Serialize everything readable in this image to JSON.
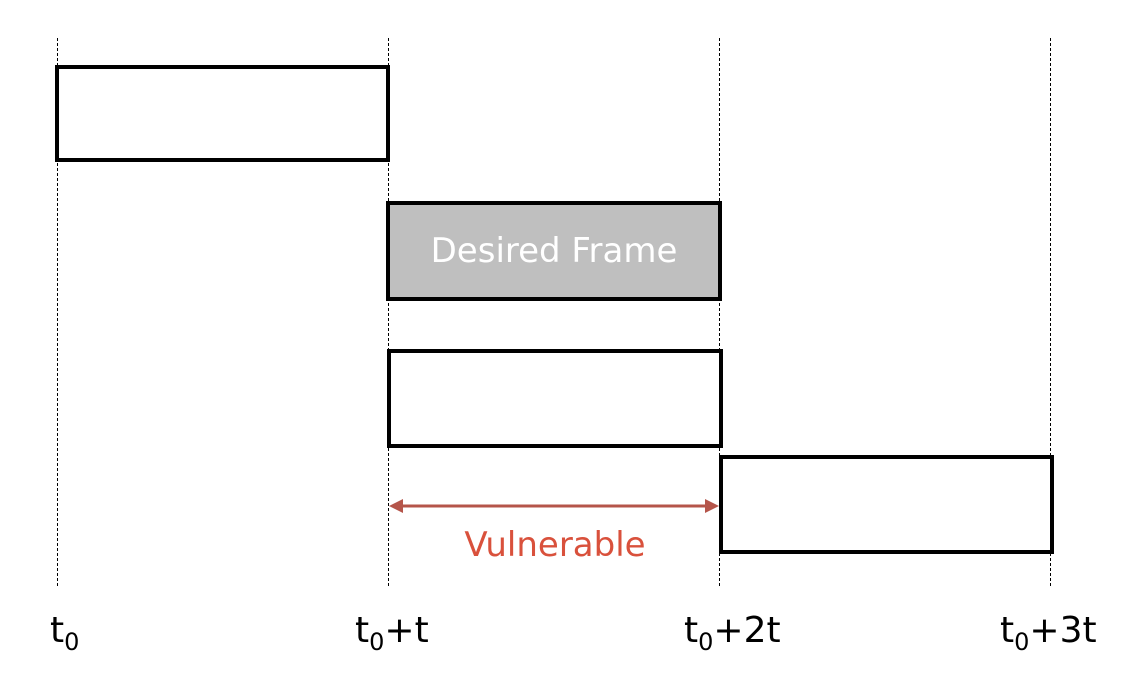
{
  "diagram": {
    "desired_frame_label": "Desired Frame",
    "vulnerable_label": "Vulnerable",
    "ticks": [
      {
        "base": "t",
        "sub": "0",
        "suffix": ""
      },
      {
        "base": "t",
        "sub": "0",
        "suffix": "+t"
      },
      {
        "base": "t",
        "sub": "0",
        "suffix": "+2t"
      },
      {
        "base": "t",
        "sub": "0",
        "suffix": "+3t"
      }
    ],
    "colors": {
      "frame_border": "#000000",
      "desired_frame_fill": "#bfbfbf",
      "desired_frame_text": "#ffffff",
      "vulnerable": "#d9513c",
      "arrow": "#b5554a"
    }
  }
}
